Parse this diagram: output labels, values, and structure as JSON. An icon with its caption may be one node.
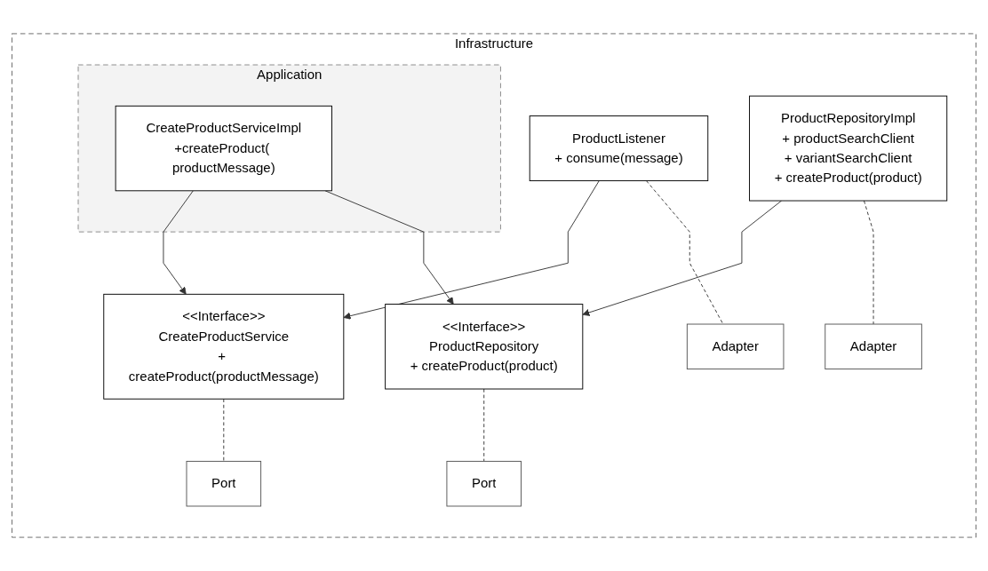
{
  "diagram": {
    "nodes": [
      {
        "text": [
          "Infrastructure"
        ]
      },
      {
        "text": [
          "Application"
        ],
        "in": 0
      },
      {
        "text": [
          "ProductListener",
          "+ consume(message)"
        ],
        "in": 0
      },
      {
        "text": [
          "Adapter"
        ],
        "in": 0
      },
      {
        "text": [
          "<<Interface>>",
          "CreateProductService",
          "+ createProduct(productMessage)"
        ],
        "in": 0
      },
      {
        "text": [
          "<<Interface>>",
          "ProductRepository",
          "+ createProduct(product)"
        ],
        "in": 0
      },
      {
        "text": [
          "ProductRepositoryImpl",
          "+ productSearchClient",
          "+ variantSearchClient",
          "+ createProduct(product)"
        ],
        "in": 0
      },
      {
        "text": [
          "Port"
        ],
        "in": 0
      },
      {
        "text": [
          "CreateProductServiceImpl",
          "+createProduct( productMessage)"
        ],
        "in": 1
      },
      {
        "text": [
          "Port"
        ],
        "in": 0
      },
      {
        "text": [
          "Adapter"
        ],
        "in": 0
      }
    ],
    "edges": [
      {
        "from": 2,
        "to": 4,
        "arrow": "to"
      },
      {
        "from": 2,
        "to": 3,
        "arrow": "none",
        "style": "dashed"
      },
      {
        "from": 8,
        "to": 4,
        "arrow": "to"
      },
      {
        "from": 8,
        "to": 5,
        "arrow": "to"
      },
      {
        "from": 6,
        "to": 5,
        "arrow": "to"
      },
      {
        "from": 4,
        "to": 7,
        "arrow": "none",
        "style": "dashed"
      },
      {
        "from": 5,
        "to": 9,
        "arrow": "none",
        "style": "dashed"
      },
      {
        "from": 6,
        "to": 10,
        "arrow": "none",
        "style": "dashed"
      }
    ]
  }
}
